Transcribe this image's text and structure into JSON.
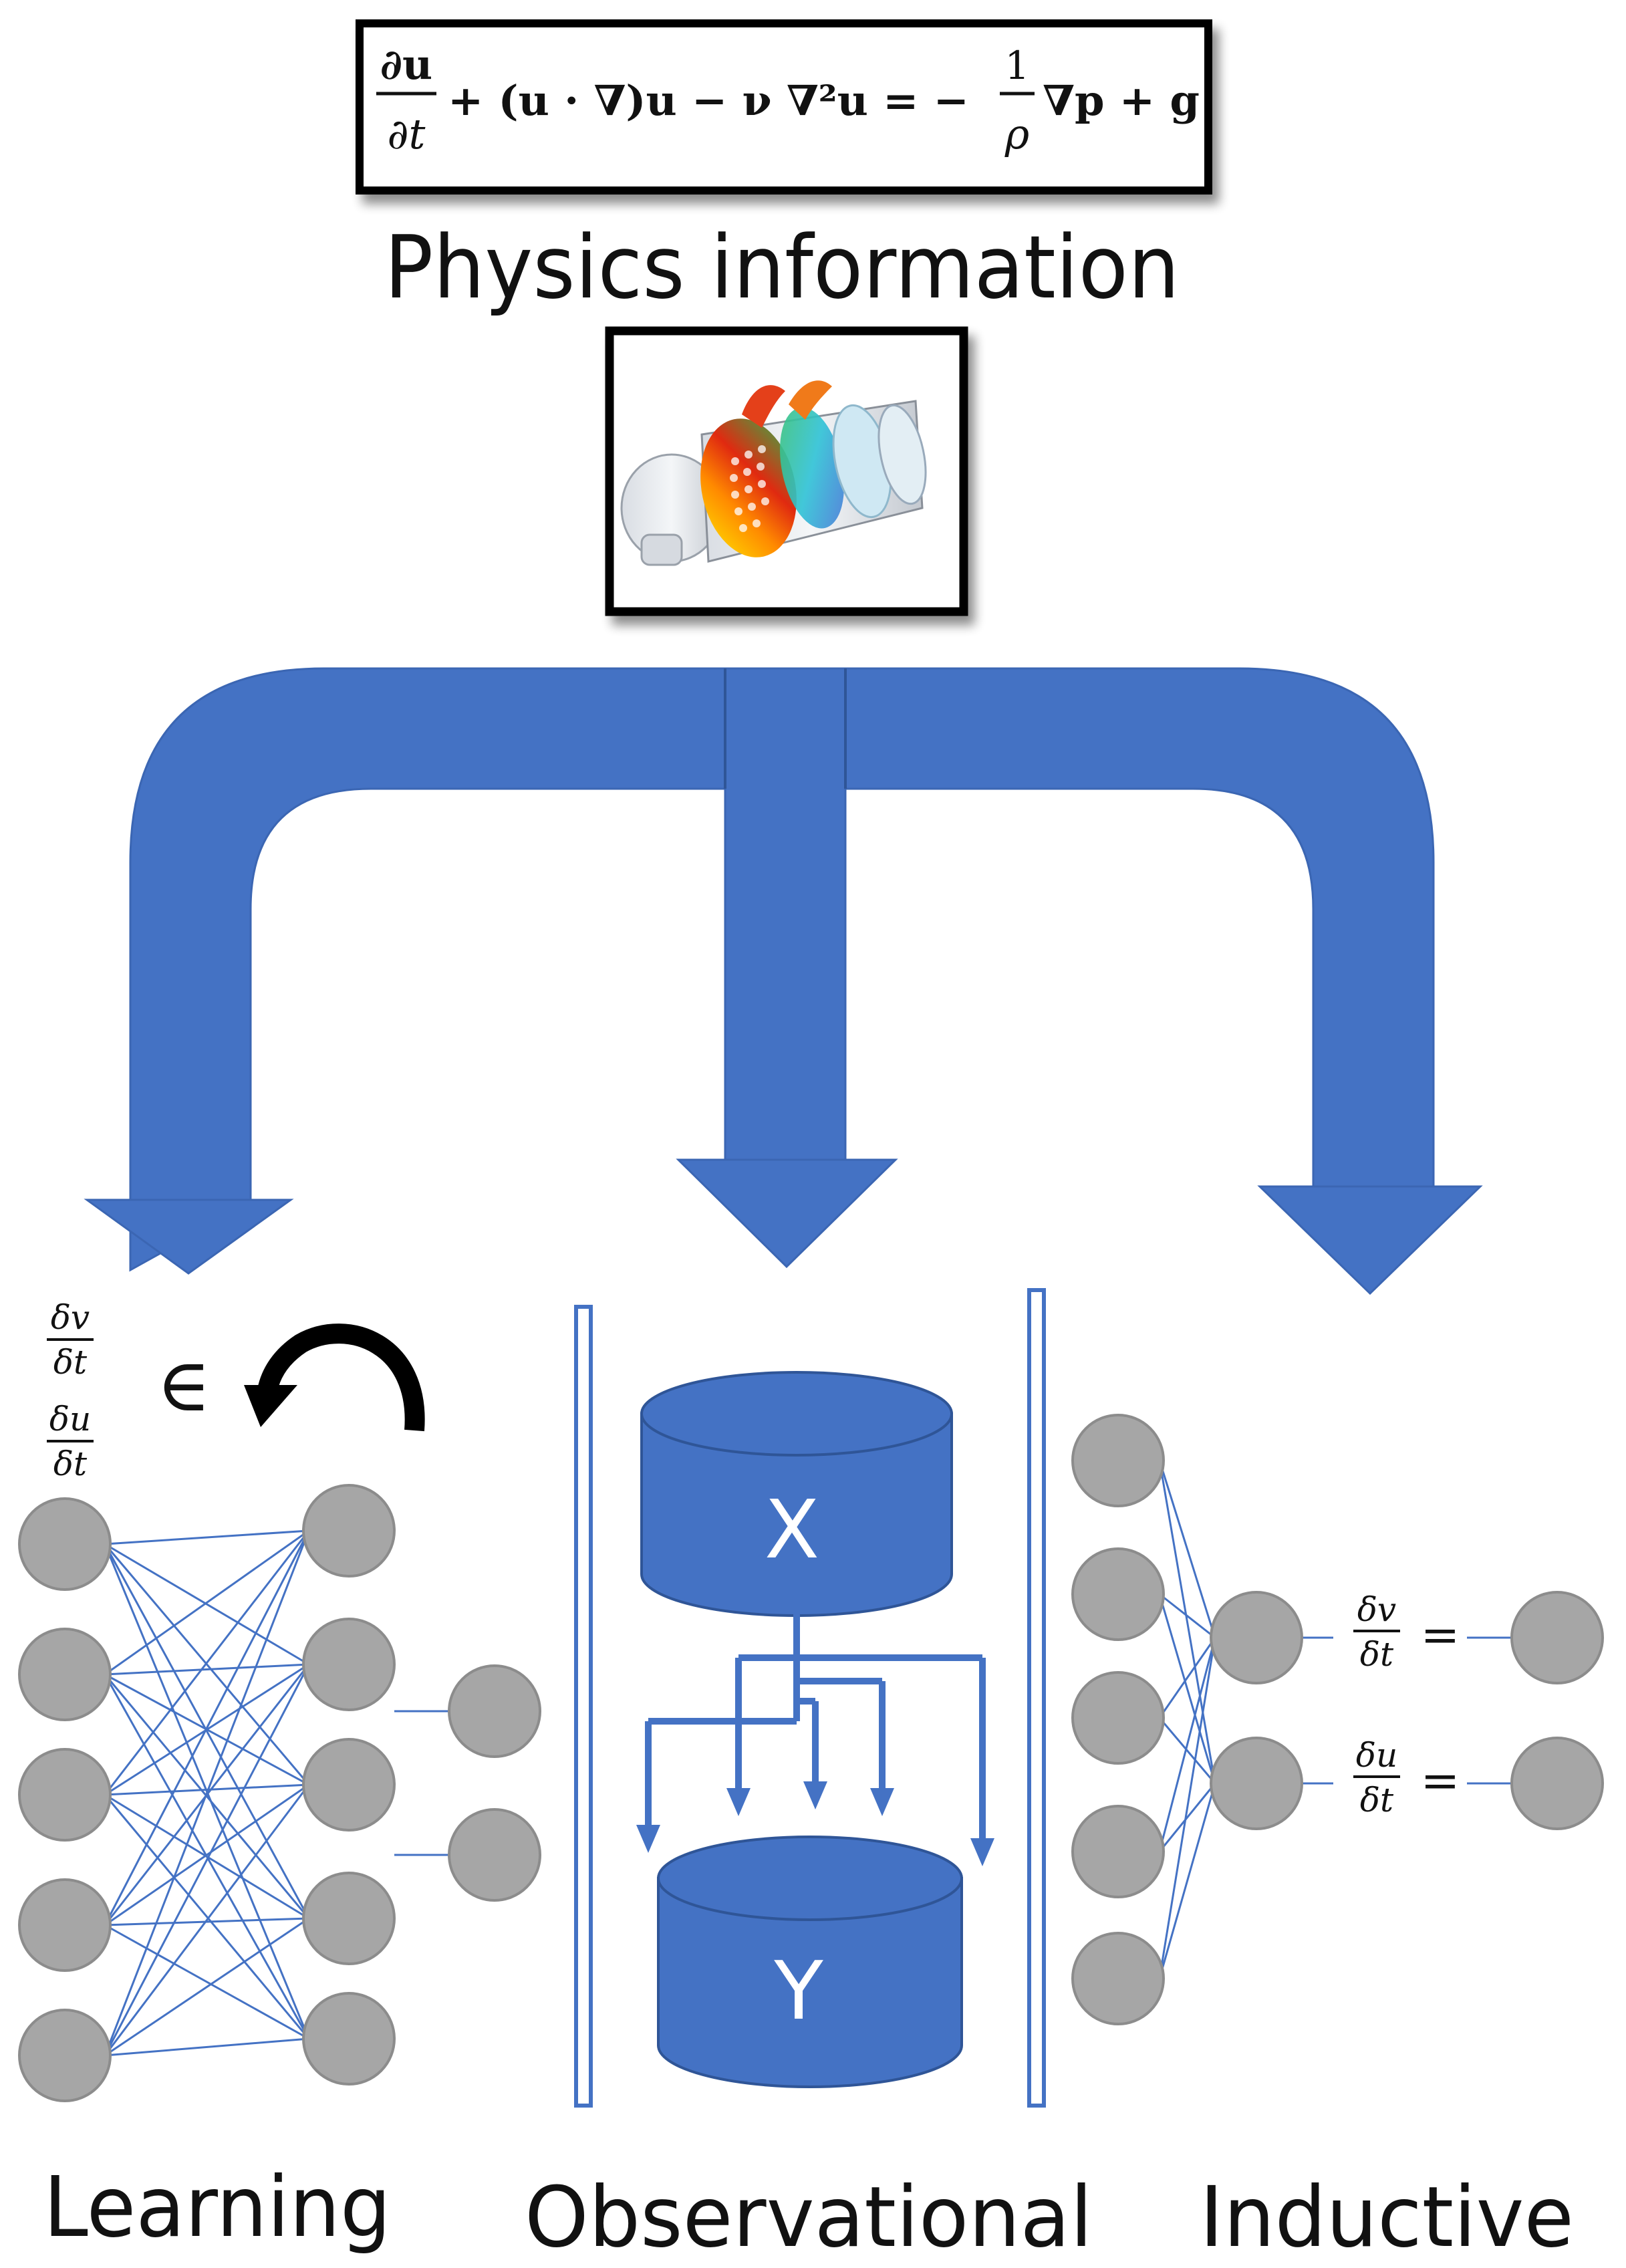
{
  "title": "Physics information",
  "equation": {
    "lhs_num": "∂u",
    "lhs_den": "∂t",
    "middle": "+ (u · ∇)u − ν ∇²u = −",
    "frac_num": "1",
    "frac_den": "ρ",
    "tail": "∇p + g"
  },
  "sim_image_icon": "heat-exchanger-cfd-image",
  "panels": {
    "learning": {
      "label": "Learning",
      "derivatives": [
        {
          "num": "δv",
          "den": "δt"
        },
        {
          "num": "δu",
          "den": "δt"
        }
      ],
      "member_symbol": "∈"
    },
    "observational": {
      "label": "Observational",
      "db_top": "X",
      "db_bottom": "Y"
    },
    "inductive": {
      "label": "Inductive",
      "outputs": [
        {
          "num": "δv",
          "den": "δt",
          "op": "="
        },
        {
          "num": "δu",
          "den": "δt",
          "op": "="
        }
      ]
    }
  },
  "colors": {
    "arrow_blue": "#4472C4",
    "node_gray": "#A6A6A6",
    "node_stroke": "#8C8C8C",
    "line_blue": "#4472C4",
    "frame_black": "#000000"
  }
}
